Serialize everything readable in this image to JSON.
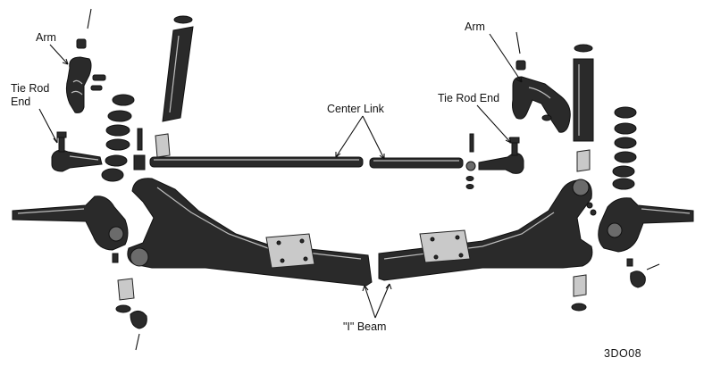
{
  "figure": {
    "code": "3DO08"
  },
  "callouts": {
    "arm_left": "Arm",
    "tie_rod_end_left": [
      "Tie Rod",
      "End"
    ],
    "arm_right": "Arm",
    "tie_rod_end_right": "Tie Rod End",
    "center_link": "Center Link",
    "i_beam": "\"I\" Beam"
  }
}
